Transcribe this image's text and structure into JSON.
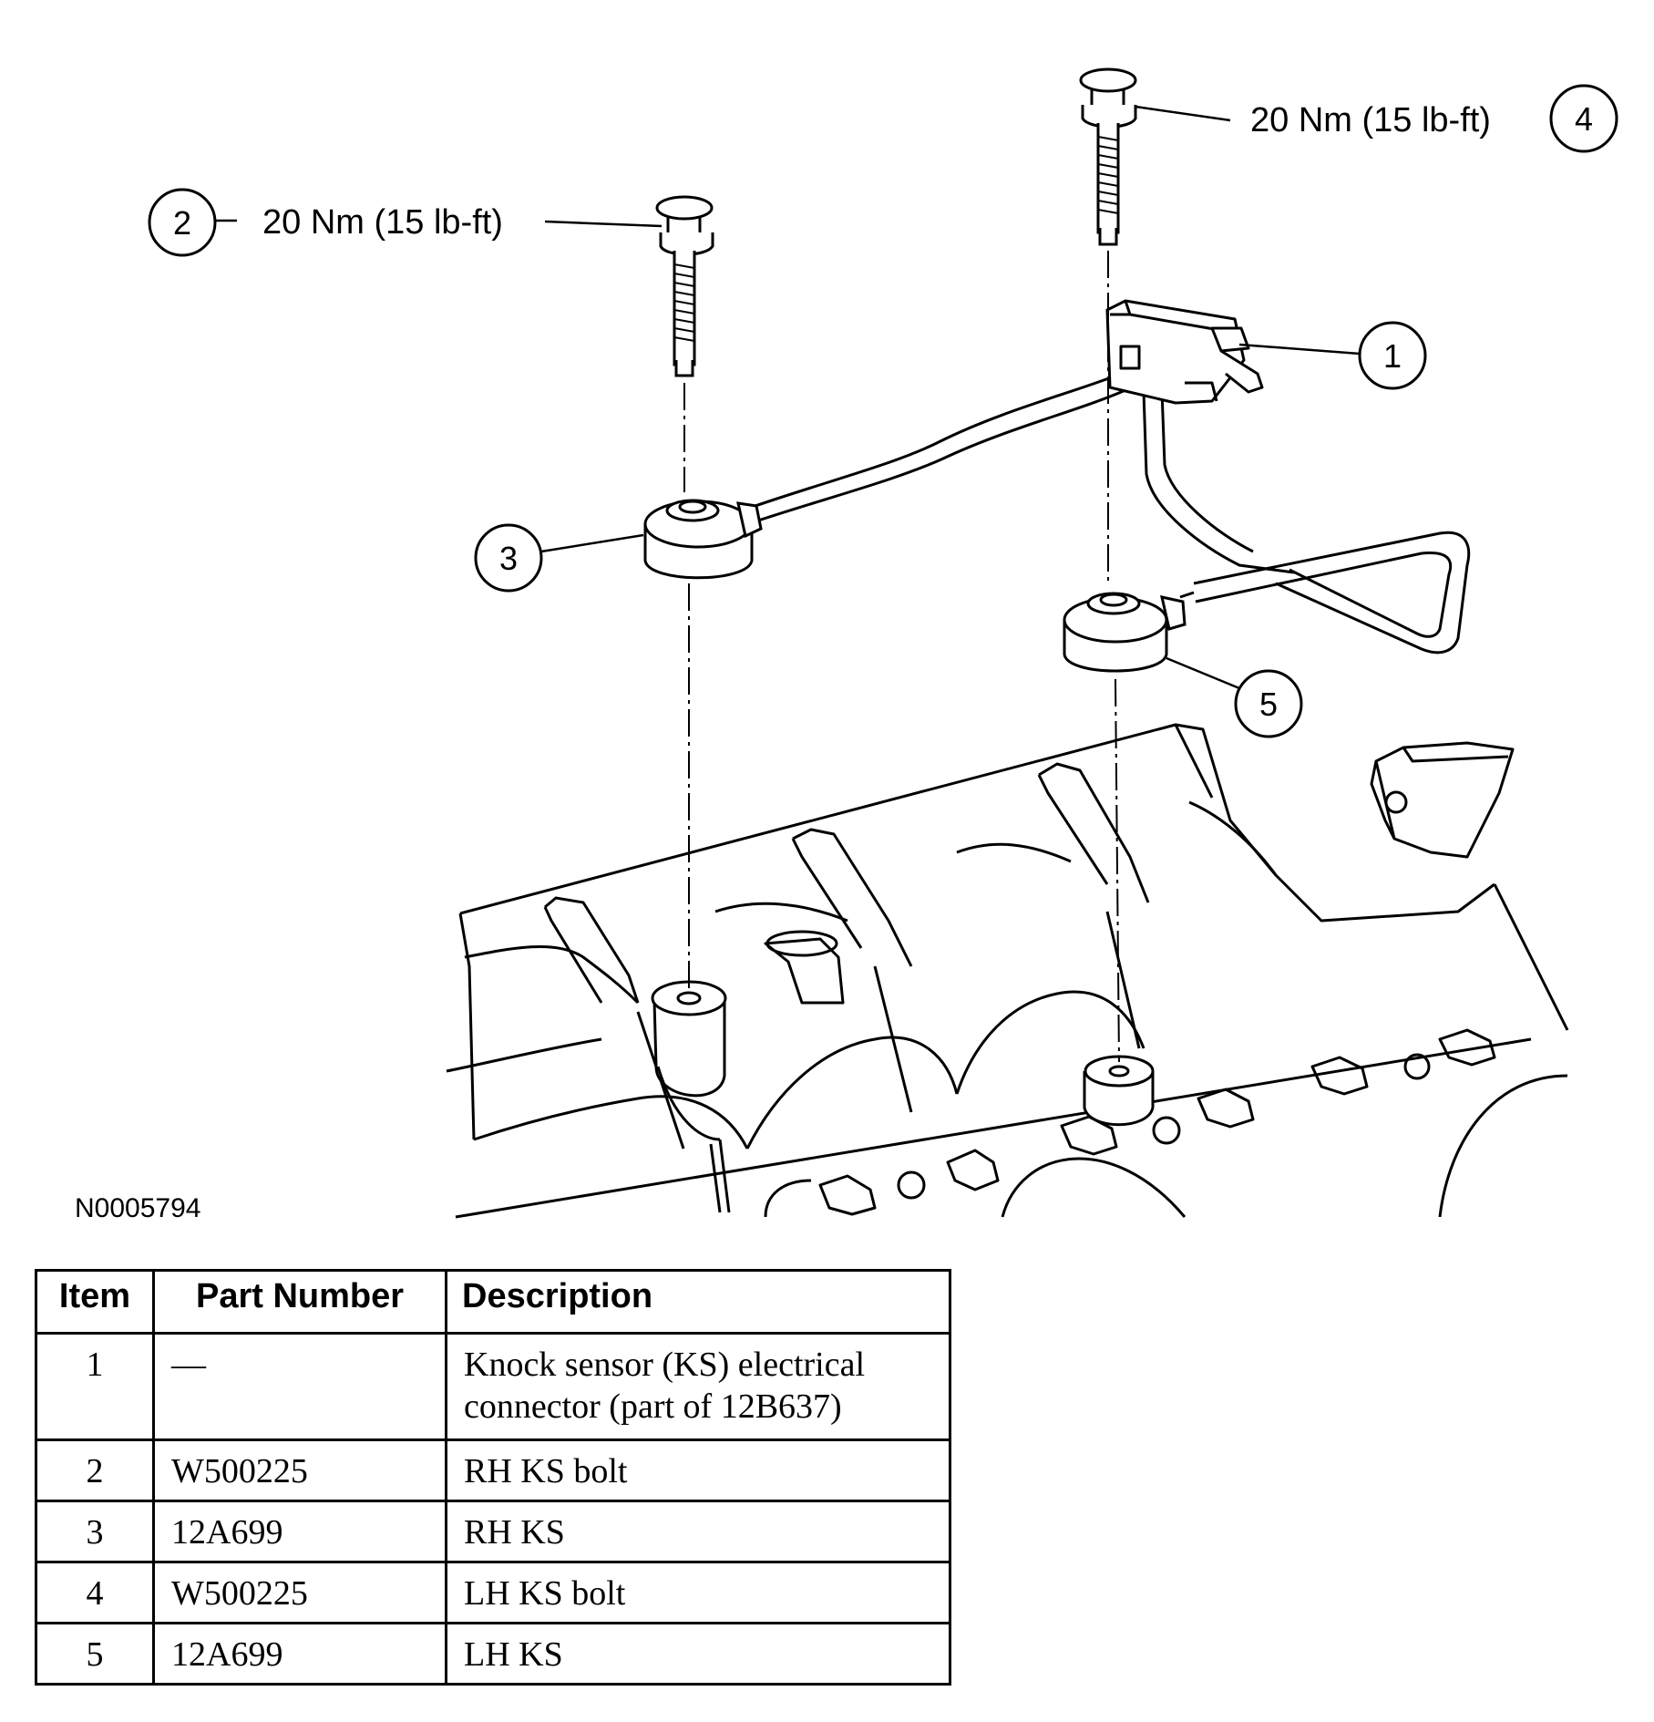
{
  "figure_id": "N0005794",
  "callouts": {
    "c1": {
      "num": "1"
    },
    "c2": {
      "num": "2",
      "torque": "20 Nm (15 lb-ft)"
    },
    "c3": {
      "num": "3"
    },
    "c4": {
      "num": "4",
      "torque": "20 Nm (15 lb-ft)"
    },
    "c5": {
      "num": "5"
    }
  },
  "table": {
    "headers": {
      "item": "Item",
      "part": "Part Number",
      "desc": "Description"
    },
    "rows": [
      {
        "item": "1",
        "part": "—",
        "desc_line1": "Knock sensor (KS) electrical",
        "desc_line2": "connector (part of 12B637)"
      },
      {
        "item": "2",
        "part": "W500225",
        "desc": "RH KS bolt"
      },
      {
        "item": "3",
        "part": "12A699",
        "desc": "RH KS"
      },
      {
        "item": "4",
        "part": "W500225",
        "desc": "LH KS bolt"
      },
      {
        "item": "5",
        "part": "12A699",
        "desc": "LH KS"
      }
    ]
  }
}
